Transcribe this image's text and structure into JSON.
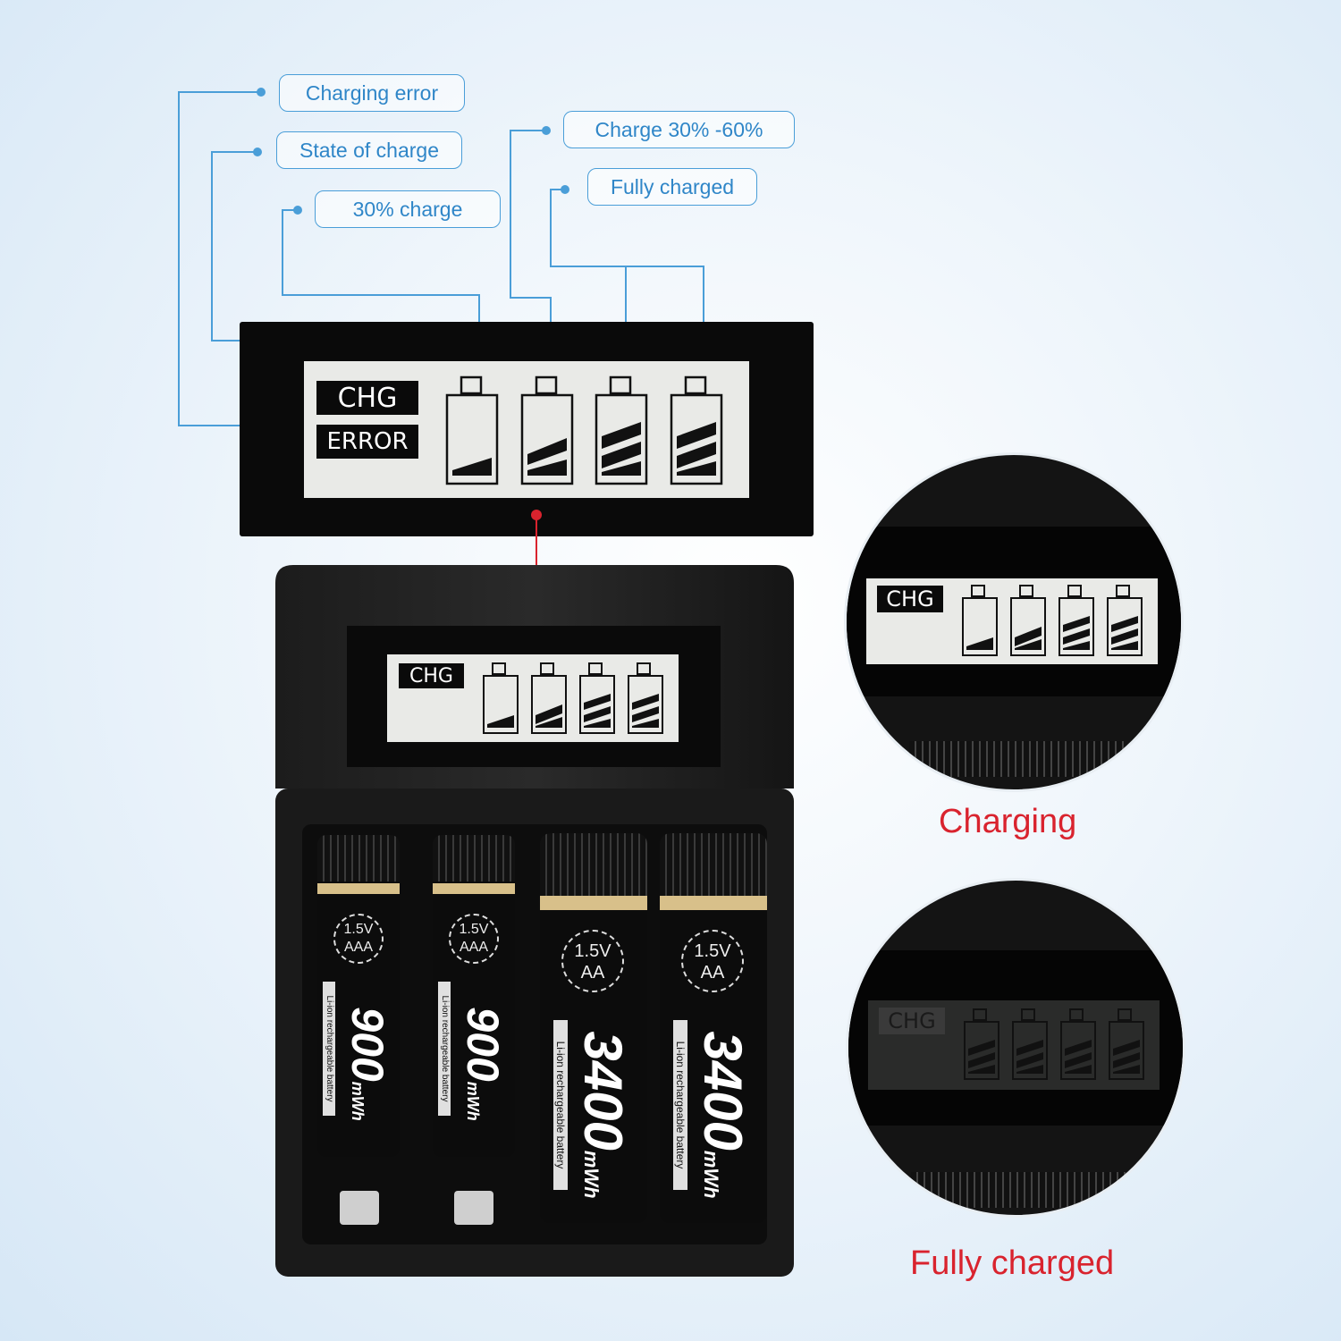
{
  "annotations": {
    "charging_error": "Charging error",
    "state_of_charge": "State of charge",
    "charge_30": "30% charge",
    "charge_30_60": "Charge 30% -60%",
    "fully_charged": "Fully charged"
  },
  "lcd": {
    "chg": "CHG",
    "error": "ERROR"
  },
  "charger_display": {
    "chg": "CHG"
  },
  "batteries": [
    {
      "voltage": "1.5V",
      "size": "AAA",
      "capacity": "900",
      "unit": "mWh",
      "type": "Li-ion rechargeable battery"
    },
    {
      "voltage": "1.5V",
      "size": "AAA",
      "capacity": "900",
      "unit": "mWh",
      "type": "Li-ion rechargeable battery"
    },
    {
      "voltage": "1.5V",
      "size": "AA",
      "capacity": "3400",
      "unit": "mWh",
      "type": "Li-ion rechargeable battery"
    },
    {
      "voltage": "1.5V",
      "size": "AA",
      "capacity": "3400",
      "unit": "mWh",
      "type": "Li-ion rechargeable battery"
    }
  ],
  "zoom_charging": {
    "chg": "CHG",
    "caption": "Charging"
  },
  "zoom_full": {
    "chg": "CHG",
    "caption": "Fully charged"
  },
  "colors": {
    "accent_blue": "#2f86c8",
    "caption_red": "#d9232e",
    "lcd_background": "#e9eae7",
    "body_black": "#0a0a0a"
  }
}
